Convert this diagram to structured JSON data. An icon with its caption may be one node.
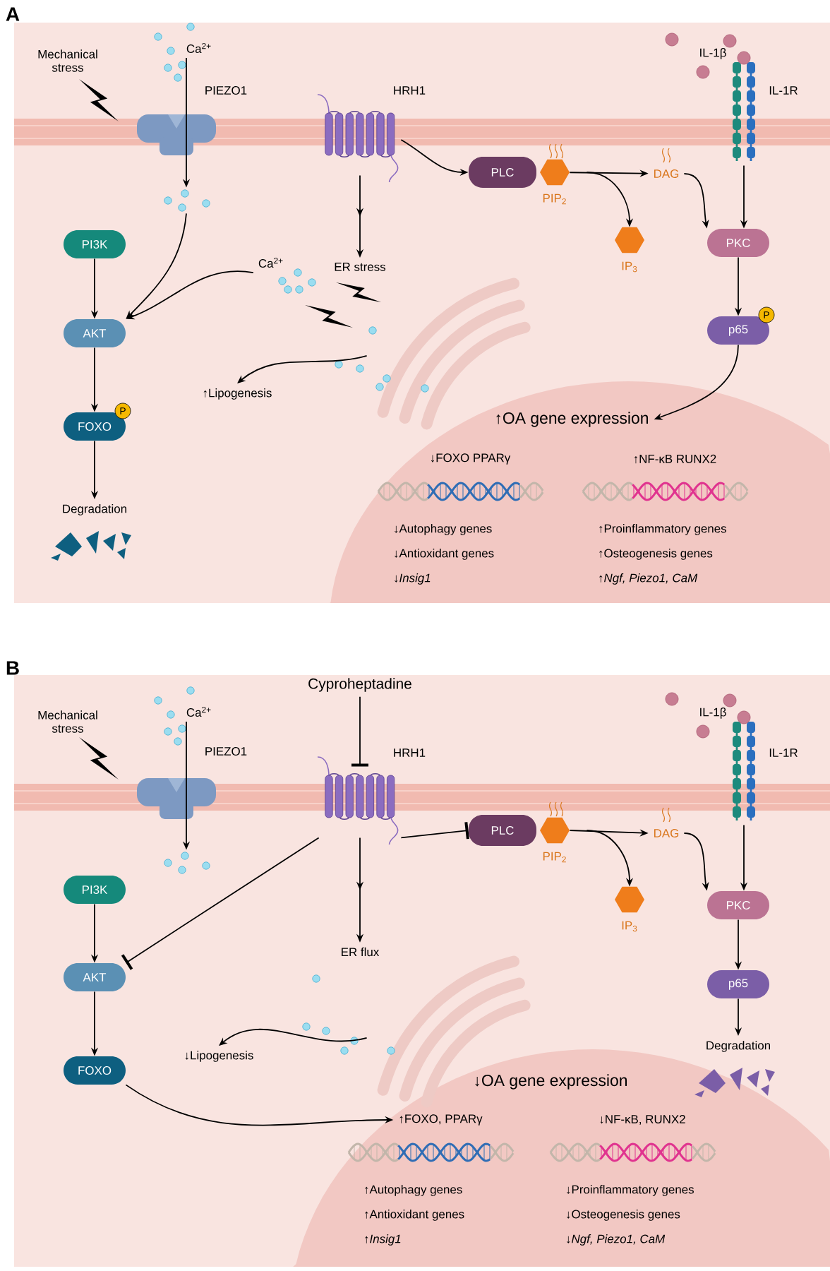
{
  "diagram": {
    "nodes": [
      {
        "text": [
          "PIEZO1"
        ]
      },
      {
        "text": [
          "Ca$^{2+}$"
        ]
      },
      {
        "text": [],
        "shape": "picture"
      },
      {
        "text": [
          "PI3K"
        ]
      },
      {
        "text": [
          "AKT"
        ]
      },
      {
        "text": [
          "FOXO"
        ],
        "beside": [
          "P"
        ]
      },
      {
        "text": [
          "Degradation"
        ]
      },
      {
        "text": [
          "HRH1"
        ]
      },
      {
        "text": [
          "ER stress"
        ]
      },
      {
        "text": [
          "Ca$^{2+}$"
        ]
      },
      {
        "text": [],
        "shape": "picture"
      },
      {
        "text": [
          "↑Lipogenesis"
        ]
      },
      {
        "text": [
          "PLC"
        ]
      },
      {
        "text": [
          "PIP$_{2}$"
        ]
      },
      {
        "text": [
          "DAG"
        ]
      },
      {
        "text": [
          "IP$_{3}$"
        ]
      },
      {
        "text": [
          "IL-1R"
        ]
      },
      {
        "text": [
          "PKC"
        ]
      },
      {
        "text": [
          "p65"
        ],
        "beside": [
          "P"
        ]
      },
      {
        "text": [
          "↑OA gene expression"
        ]
      },
      {
        "text": [
          "↓FOXO PPARγ",
          "↓Autophagy genes",
          "↓Antioxidant genes",
          "↓*Insig1*"
        ],
        "in": 19
      },
      {
        "text": [
          "↑NF-κB RUNX2",
          "↑Proinflammatory genes",
          "↑Osteogenesis genes",
          "↑*Ngf, Piezo1, CaM*"
        ],
        "in": 19
      },
      {
        "text": [
          "Cyproheptadine"
        ]
      },
      {
        "text": [
          "PIEZO1"
        ]
      },
      {
        "text": [
          "Ca$^{2+}$"
        ]
      },
      {
        "text": [],
        "shape": "picture"
      },
      {
        "text": [
          "PI3K"
        ]
      },
      {
        "text": [
          "AKT"
        ]
      },
      {
        "text": [
          "FOXO"
        ]
      },
      {
        "text": [
          "HRH1"
        ]
      },
      {
        "text": [
          "ER flux"
        ]
      },
      {
        "text": [],
        "shape": "picture"
      },
      {
        "text": [
          "↓Lipogenesis"
        ]
      },
      {
        "text": [
          "PLC"
        ]
      },
      {
        "text": [
          "PIP$_{2}$"
        ]
      },
      {
        "text": [
          "DAG"
        ]
      },
      {
        "text": [
          "IP$_{3}$"
        ]
      },
      {
        "text": [
          "IL-1R"
        ]
      },
      {
        "text": [
          "PKC"
        ]
      },
      {
        "text": [
          "p65"
        ]
      },
      {
        "text": [
          "Degradation"
        ]
      },
      {
        "text": [
          "↓OA gene expression"
        ]
      },
      {
        "text": [
          "↑FOXO, PPARγ",
          "↑Autophagy genes",
          "↑Antioxidant genes",
          "↑*Insig1*"
        ],
        "in": 41
      },
      {
        "text": [
          "↓NF-κB, RUNX2",
          "↓Proinflammatory genes",
          "↓Osteogenesis genes",
          "↓*Ngf, Piezo1, CaM*"
        ],
        "in": 41
      }
    ],
    "edges": [
      {
        "from": 1,
        "to": 2,
        "arrow": "to"
      },
      {
        "from": 2,
        "to": 4,
        "arrow": "to"
      },
      {
        "from": 3,
        "to": 4,
        "arrow": "to"
      },
      {
        "from": 4,
        "to": 5,
        "arrow": "to"
      },
      {
        "from": 5,
        "to": 6,
        "arrow": "to"
      },
      {
        "from": 7,
        "to": 8,
        "arrow": "to"
      },
      {
        "from": 9,
        "to": 4,
        "arrow": "to"
      },
      {
        "from": 10,
        "to": 11,
        "arrow": "to"
      },
      {
        "from": 7,
        "to": 12,
        "arrow": "to"
      },
      {
        "from": 13,
        "to": 14,
        "arrow": "to"
      },
      {
        "from": 13,
        "to": 15,
        "arrow": "to"
      },
      {
        "from": 14,
        "to": 17,
        "arrow": "to"
      },
      {
        "from": 16,
        "to": 17,
        "arrow": "to"
      },
      {
        "from": 17,
        "to": 18,
        "arrow": "to"
      },
      {
        "from": 18,
        "to": 19,
        "arrow": "to"
      },
      {
        "from": 22,
        "to": 29,
        "arrow": "other"
      },
      {
        "from": 24,
        "to": 25,
        "arrow": "to"
      },
      {
        "from": 26,
        "to": 27,
        "arrow": "to"
      },
      {
        "from": 27,
        "to": 28,
        "arrow": "to"
      },
      {
        "from": 28,
        "to": 42,
        "arrow": "to"
      },
      {
        "from": 29,
        "to": 27,
        "arrow": "other"
      },
      {
        "from": 29,
        "to": 30,
        "arrow": "to"
      },
      {
        "from": 29,
        "to": 33,
        "arrow": "other"
      },
      {
        "from": 31,
        "to": 32,
        "arrow": "to"
      },
      {
        "from": 34,
        "to": 35,
        "arrow": "to"
      },
      {
        "from": 34,
        "to": 36,
        "arrow": "to"
      },
      {
        "from": 35,
        "to": 38,
        "arrow": "to"
      },
      {
        "from": 37,
        "to": 38,
        "arrow": "to"
      },
      {
        "from": 38,
        "to": 39,
        "arrow": "to"
      },
      {
        "from": 39,
        "to": 40,
        "arrow": "to"
      }
    ],
    "labels": [
      "A",
      "Mechanical stress",
      "IL-1β",
      "B",
      "Mechanical stress",
      "IL-1β"
    ]
  }
}
